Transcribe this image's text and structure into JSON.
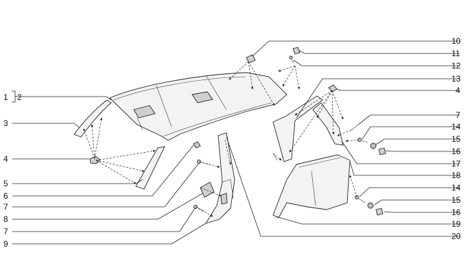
{
  "callouts": {
    "c1": "1",
    "c2": "2",
    "c3": "3",
    "c4_left": "4",
    "c5": "5",
    "c6": "6",
    "c7_a": "7",
    "c8": "8",
    "c7_b": "7",
    "c9": "9",
    "c10": "10",
    "c11": "11",
    "c12": "12",
    "c13": "13",
    "c4_right": "4",
    "c7_right": "7",
    "c14_a": "14",
    "c15_a": "15",
    "c16_a": "16",
    "c17": "17",
    "c18": "18",
    "c14_b": "14",
    "c15_b": "15",
    "c16_b": "16",
    "c19": "19",
    "c20": "20"
  }
}
